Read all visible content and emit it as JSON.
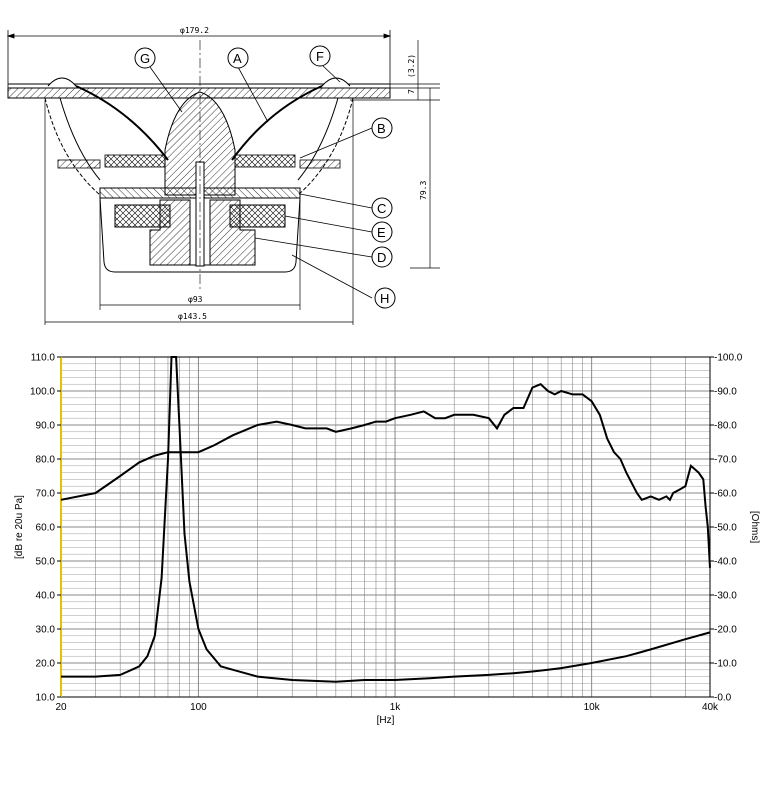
{
  "drawing": {
    "dims": {
      "outer_diameter": "φ179.2",
      "dim_top_small": "(3.2)",
      "dim_flange": "7",
      "depth": "79.3",
      "magnet_diameter": "φ93",
      "basket_diameter": "φ143.5"
    },
    "callouts": [
      "A",
      "B",
      "C",
      "D",
      "E",
      "F",
      "G",
      "H"
    ]
  },
  "chart_data": {
    "type": "line",
    "x_scale": "log",
    "xlim": [
      20,
      40000
    ],
    "xlabel": "[Hz]",
    "ylabel": "[dB re 20u Pa]",
    "ylim": [
      10,
      110
    ],
    "y2label": "[Ohms]",
    "y2lim": [
      0,
      100
    ],
    "x_ticks": [
      {
        "value": 20,
        "label": "20"
      },
      {
        "value": 100,
        "label": "100"
      },
      {
        "value": 1000,
        "label": "1k"
      },
      {
        "value": 10000,
        "label": "10k"
      },
      {
        "value": 40000,
        "label": "40k"
      }
    ],
    "y_ticks": [
      "10.0",
      "20.0",
      "30.0",
      "40.0",
      "50.0",
      "60.0",
      "70.0",
      "80.0",
      "90.0",
      "100.0",
      "110.0"
    ],
    "y2_ticks": [
      "-0.0",
      "-10.0",
      "-20.0",
      "-30.0",
      "-40.0",
      "-50.0",
      "-60.0",
      "-70.0",
      "-80.0",
      "-90.0",
      "-100.0"
    ],
    "grid": true,
    "series": [
      {
        "axis": "left",
        "x": [
          20,
          30,
          40,
          50,
          60,
          70,
          80,
          90,
          100,
          120,
          150,
          200,
          250,
          300,
          350,
          400,
          450,
          500,
          600,
          700,
          800,
          900,
          1000,
          1200,
          1400,
          1600,
          1800,
          2000,
          2500,
          3000,
          3300,
          3600,
          4000,
          4500,
          5000,
          5500,
          6000,
          6500,
          7000,
          8000,
          9000,
          10000,
          11000,
          12000,
          13000,
          14000,
          15000,
          17000,
          18000,
          20000,
          22000,
          24000,
          25000,
          26000,
          28000,
          30000,
          32000,
          35000,
          37000,
          38000,
          39000,
          40000
        ],
        "y": [
          68,
          70,
          75,
          79,
          81,
          82,
          82,
          82,
          82,
          84,
          87,
          90,
          91,
          90,
          89,
          89,
          89,
          88,
          89,
          90,
          91,
          91,
          92,
          93,
          94,
          92,
          92,
          93,
          93,
          92,
          89,
          93,
          95,
          95,
          101,
          102,
          100,
          99,
          100,
          99,
          99,
          97,
          93,
          86,
          82,
          80,
          76,
          70,
          68,
          69,
          68,
          69,
          68,
          70,
          71,
          72,
          78,
          76,
          74,
          66,
          60,
          48
        ]
      },
      {
        "axis": "right",
        "x": [
          20,
          30,
          40,
          50,
          55,
          60,
          65,
          70,
          73,
          75,
          77,
          80,
          85,
          90,
          100,
          110,
          130,
          150,
          200,
          300,
          500,
          700,
          1000,
          1500,
          2000,
          3000,
          4000,
          5000,
          6000,
          7000,
          10000,
          15000,
          20000,
          30000,
          40000
        ],
        "y": [
          6,
          6,
          6.5,
          9,
          12,
          18,
          35,
          70,
          100,
          100,
          100,
          80,
          48,
          34,
          20,
          14,
          9,
          8,
          6,
          5,
          4.5,
          5,
          5,
          5.5,
          6,
          6.5,
          7,
          7.5,
          8,
          8.5,
          10,
          12,
          14,
          17,
          19
        ]
      }
    ]
  }
}
